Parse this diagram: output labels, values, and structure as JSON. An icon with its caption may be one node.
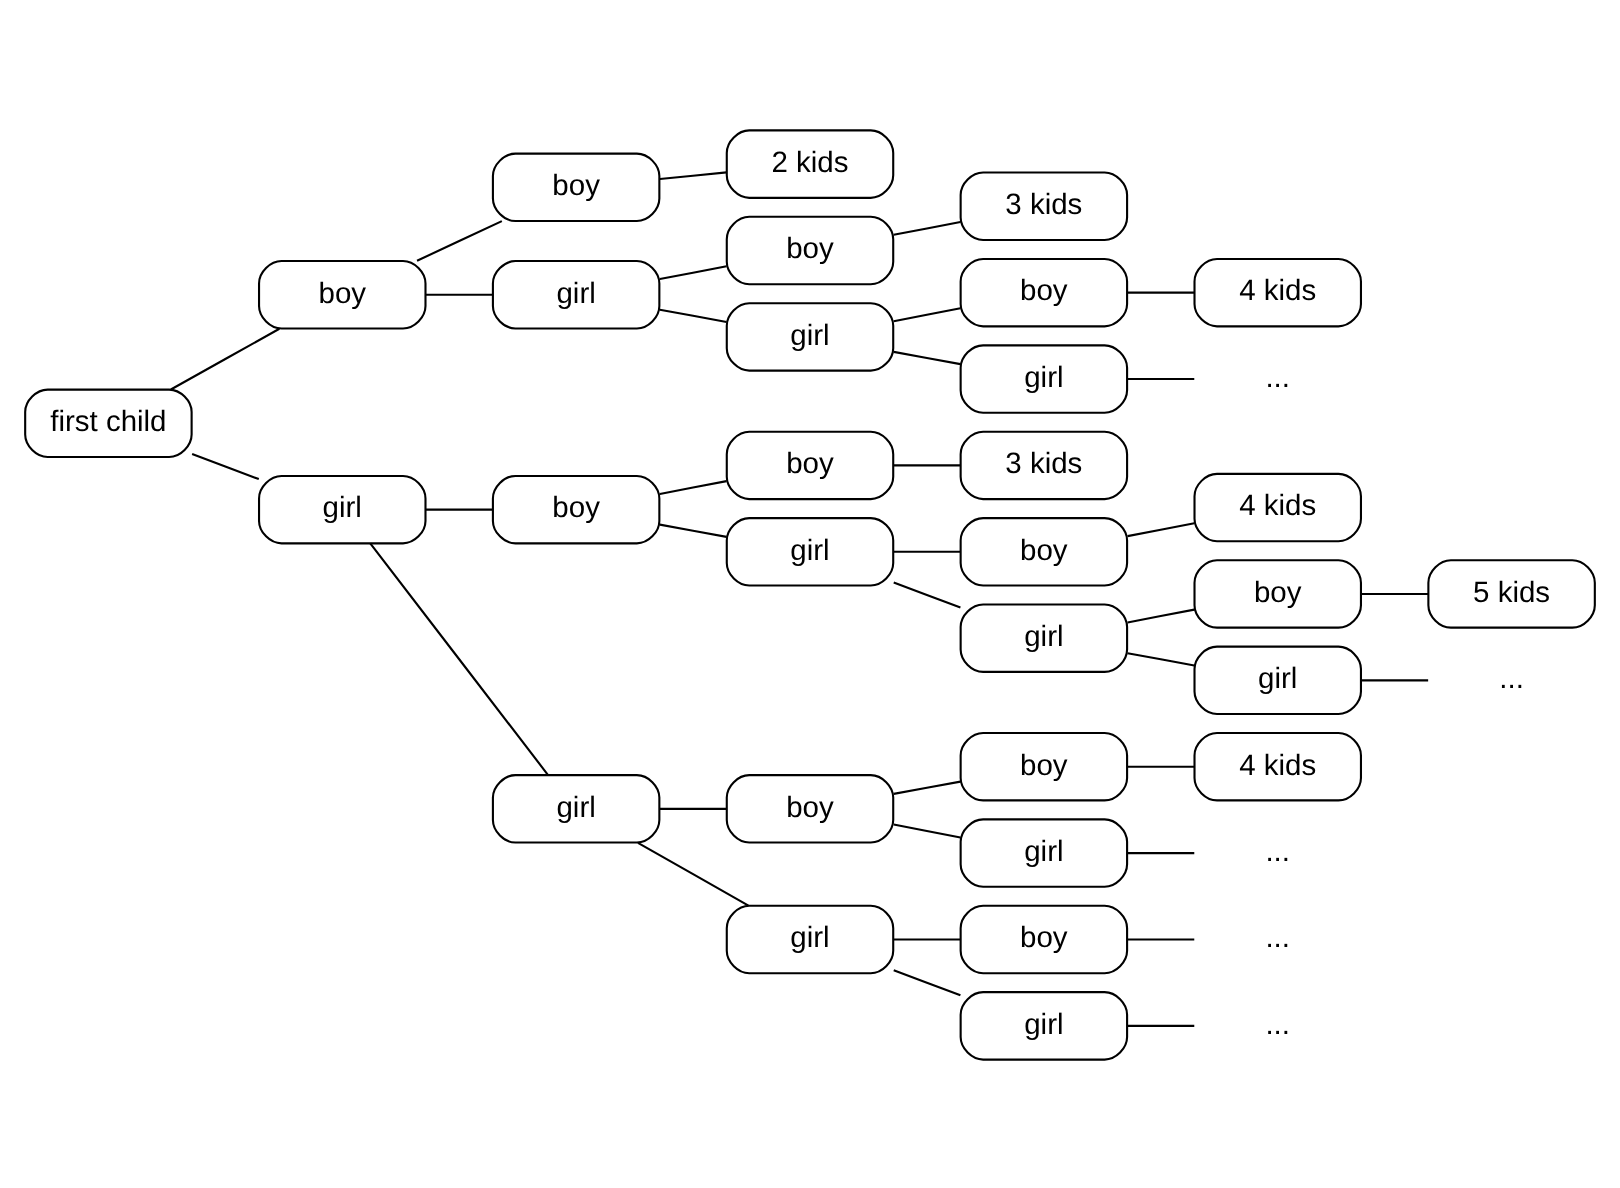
{
  "diagram": {
    "nodes": [
      {
        "text": [
          "first child"
        ]
      },
      {
        "text": [
          "boy"
        ]
      },
      {
        "text": [
          "boy"
        ]
      },
      {
        "text": [
          "2 kids"
        ]
      },
      {
        "text": [
          "girl"
        ]
      },
      {
        "text": [
          "boy"
        ]
      },
      {
        "text": [
          "3 kids"
        ]
      },
      {
        "text": [
          "girl"
        ]
      },
      {
        "text": [
          "boy"
        ]
      },
      {
        "text": [
          "4 kids"
        ]
      },
      {
        "text": [
          "girl"
        ]
      },
      {
        "text": [
          "..."
        ]
      },
      {
        "text": [
          "girl"
        ]
      },
      {
        "text": [
          "boy"
        ]
      },
      {
        "text": [
          "boy"
        ]
      },
      {
        "text": [
          "3 kids"
        ]
      },
      {
        "text": [
          "girl"
        ]
      },
      {
        "text": [
          "boy"
        ]
      },
      {
        "text": [
          "4 kids"
        ]
      },
      {
        "text": [
          "girl"
        ]
      },
      {
        "text": [
          "boy"
        ]
      },
      {
        "text": [
          "5 kids"
        ]
      },
      {
        "text": [
          "girl"
        ]
      },
      {
        "text": [
          "..."
        ]
      },
      {
        "text": [
          "girl"
        ]
      },
      {
        "text": [
          "boy"
        ]
      },
      {
        "text": [
          "boy"
        ]
      },
      {
        "text": [
          "4 kids"
        ]
      },
      {
        "text": [
          "girl"
        ]
      },
      {
        "text": [
          "..."
        ]
      },
      {
        "text": [
          "girl"
        ]
      },
      {
        "text": [
          "boy"
        ]
      },
      {
        "text": [
          "..."
        ]
      },
      {
        "text": [
          "girl"
        ]
      },
      {
        "text": [
          "..."
        ]
      }
    ],
    "edges": [
      {
        "from": 0,
        "to": 1,
        "arrow": "none"
      },
      {
        "from": 1,
        "to": 2,
        "arrow": "none"
      },
      {
        "from": 2,
        "to": 3,
        "arrow": "none"
      },
      {
        "from": 1,
        "to": 4,
        "arrow": "none"
      },
      {
        "from": 4,
        "to": 5,
        "arrow": "none"
      },
      {
        "from": 5,
        "to": 6,
        "arrow": "none"
      },
      {
        "from": 4,
        "to": 7,
        "arrow": "none"
      },
      {
        "from": 7,
        "to": 8,
        "arrow": "none"
      },
      {
        "from": 8,
        "to": 9,
        "arrow": "none"
      },
      {
        "from": 7,
        "to": 10,
        "arrow": "none"
      },
      {
        "from": 10,
        "to": 11,
        "arrow": "none"
      },
      {
        "from": 0,
        "to": 12,
        "arrow": "none"
      },
      {
        "from": 12,
        "to": 13,
        "arrow": "none"
      },
      {
        "from": 13,
        "to": 14,
        "arrow": "none"
      },
      {
        "from": 14,
        "to": 15,
        "arrow": "none"
      },
      {
        "from": 13,
        "to": 16,
        "arrow": "none"
      },
      {
        "from": 16,
        "to": 17,
        "arrow": "none"
      },
      {
        "from": 17,
        "to": 18,
        "arrow": "none"
      },
      {
        "from": 16,
        "to": 19,
        "arrow": "none"
      },
      {
        "from": 19,
        "to": 20,
        "arrow": "none"
      },
      {
        "from": 20,
        "to": 21,
        "arrow": "none"
      },
      {
        "from": 19,
        "to": 22,
        "arrow": "none"
      },
      {
        "from": 22,
        "to": 23,
        "arrow": "none"
      },
      {
        "from": 12,
        "to": 24,
        "arrow": "none"
      },
      {
        "from": 24,
        "to": 25,
        "arrow": "none"
      },
      {
        "from": 25,
        "to": 26,
        "arrow": "none"
      },
      {
        "from": 26,
        "to": 27,
        "arrow": "none"
      },
      {
        "from": 25,
        "to": 28,
        "arrow": "none"
      },
      {
        "from": 28,
        "to": 29,
        "arrow": "none"
      },
      {
        "from": 24,
        "to": 30,
        "arrow": "none"
      },
      {
        "from": 30,
        "to": 31,
        "arrow": "none"
      },
      {
        "from": 31,
        "to": 32,
        "arrow": "none"
      },
      {
        "from": 30,
        "to": 33,
        "arrow": "none"
      },
      {
        "from": 33,
        "to": 34,
        "arrow": "none"
      }
    ]
  }
}
